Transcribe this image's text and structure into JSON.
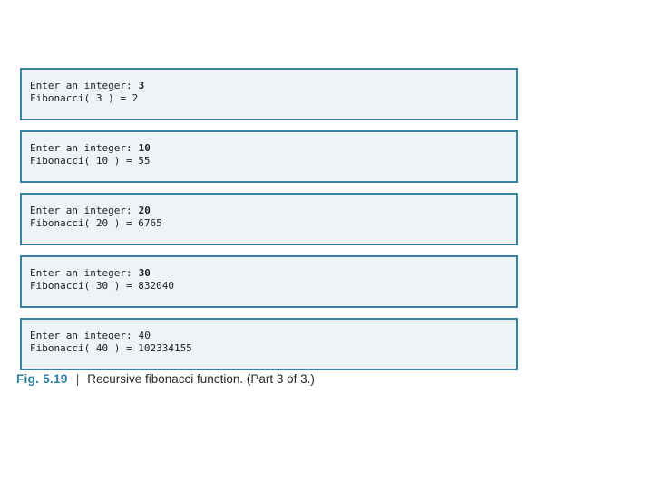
{
  "colors": {
    "box_border": "#3a82a1",
    "box_background": "#eef3f7",
    "caption_accent": "#2e7fa0",
    "console_text": "#222222",
    "page_background": "#ffffff"
  },
  "console_boxes": [
    {
      "prompt": "Enter an integer:",
      "input": "3",
      "input_bold": true,
      "result": "Fibonacci( 3 ) = 2"
    },
    {
      "prompt": "Enter an integer:",
      "input": "10",
      "input_bold": true,
      "result": "Fibonacci( 10 ) = 55"
    },
    {
      "prompt": "Enter an integer:",
      "input": "20",
      "input_bold": true,
      "result": "Fibonacci( 20 ) = 6765"
    },
    {
      "prompt": "Enter an integer:",
      "input": "30",
      "input_bold": true,
      "result": "Fibonacci( 30 ) = 832040"
    },
    {
      "prompt": "Enter an integer:",
      "input": "40",
      "input_bold": false,
      "result": "Fibonacci( 40 ) = 102334155"
    }
  ],
  "caption": {
    "fig_label": "Fig. 5.19",
    "separator": "|",
    "text": "Recursive fibonacci function. (Part 3 of 3.)"
  }
}
